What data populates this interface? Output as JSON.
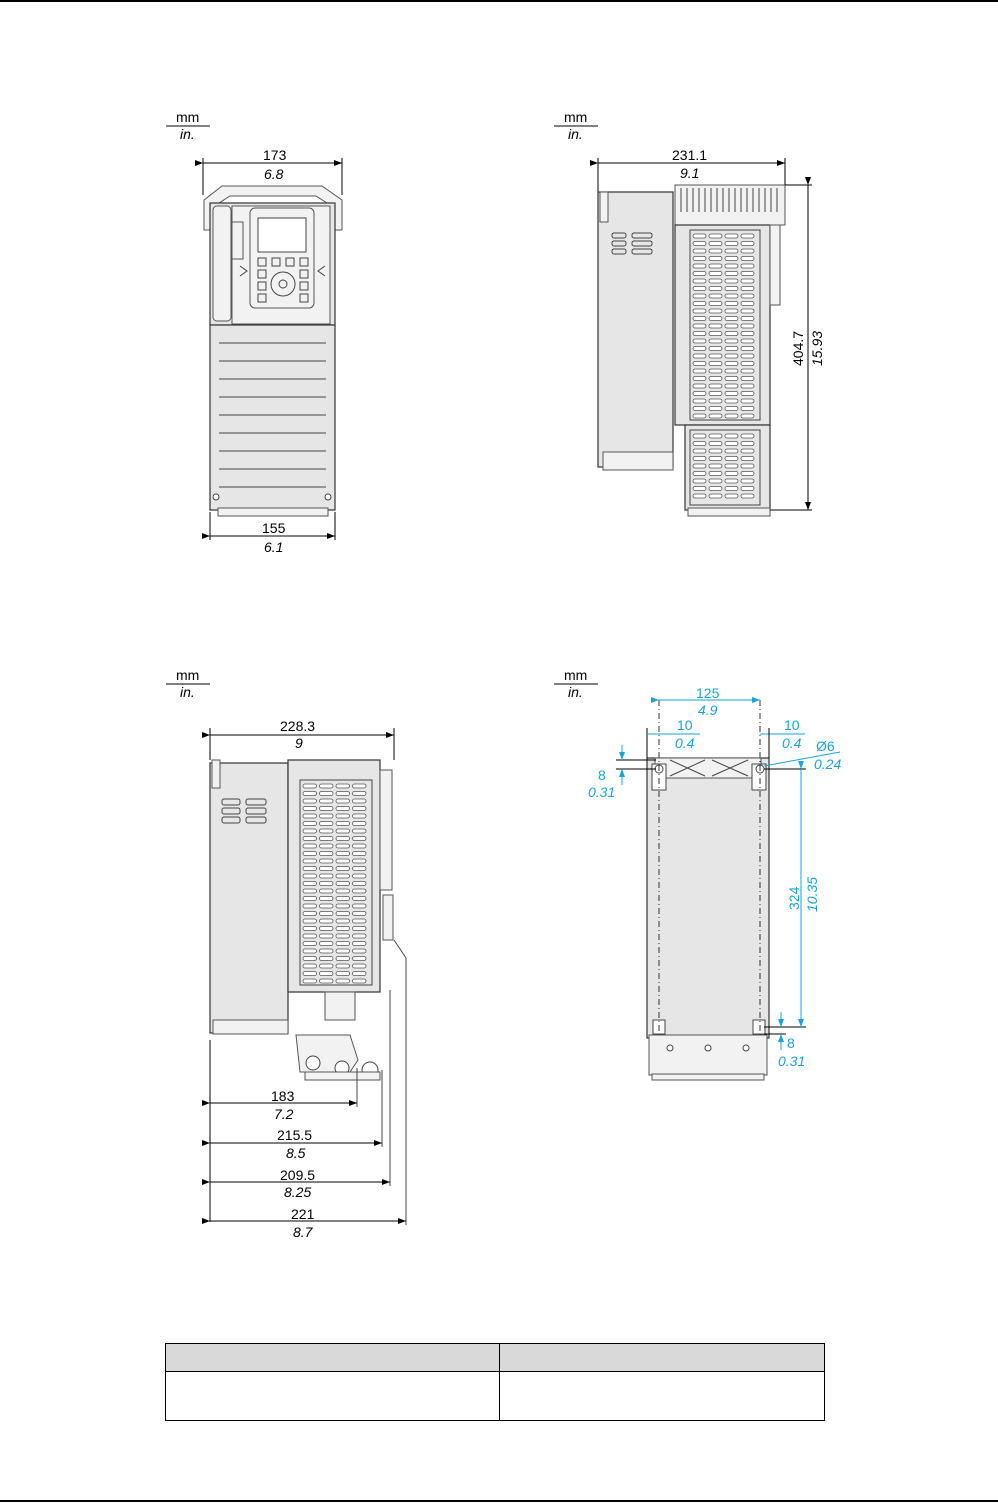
{
  "units": {
    "primary": "mm",
    "secondary": "in."
  },
  "views": {
    "front": {
      "width_top_mm": "173",
      "width_top_in": "6.8",
      "width_bottom_mm": "155",
      "width_bottom_in": "6.1"
    },
    "side_right": {
      "depth_mm": "231.1",
      "depth_in": "9.1",
      "height_mm": "404.7",
      "height_in": "15.93"
    },
    "side_left": {
      "depth_mm": "228.3",
      "depth_in": "9",
      "d1_mm": "183",
      "d1_in": "7.2",
      "d2_mm": "215.5",
      "d2_in": "8.5",
      "d3_mm": "209.5",
      "d3_in": "8.25",
      "d4_mm": "221",
      "d4_in": "8.7"
    },
    "mounting": {
      "hole_spacing_mm": "125",
      "hole_spacing_in": "4.9",
      "left_offset_mm": "10",
      "left_offset_in": "0.4",
      "right_offset_mm": "10",
      "right_offset_in": "0.4",
      "hole_dia": "Ø6",
      "hole_dia_in": "0.24",
      "top_offset_mm": "8",
      "top_offset_in": "0.31",
      "vertical_mm": "324",
      "vertical_in": "10.35",
      "bottom_offset_mm": "8",
      "bottom_offset_in": "0.31"
    }
  },
  "colors": {
    "mounting_dimensions": "#1aa3d8",
    "header_fill": "#d9d9d9"
  },
  "table": {
    "headers": [
      "",
      ""
    ],
    "rows": [
      [
        "",
        ""
      ]
    ]
  }
}
